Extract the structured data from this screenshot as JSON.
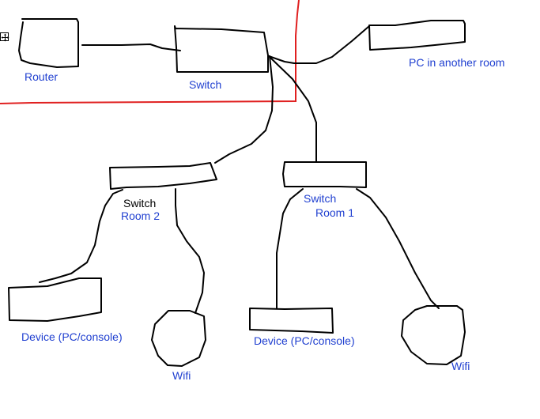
{
  "diagram": {
    "title": "Home network layout sketch",
    "colors": {
      "line": "#000000",
      "label": "#1f3fd0",
      "label_dark": "#000000",
      "boundary": "#e02020",
      "background": "#ffffff"
    },
    "nodes": {
      "router": {
        "label": "Router"
      },
      "main_switch": {
        "label": "Switch"
      },
      "pc_other_room": {
        "label": "PC in another room"
      },
      "switch_room2": {
        "label_line1": "Switch",
        "label_line2": "Room 2"
      },
      "switch_room1": {
        "label_line1": "Switch",
        "label_line2": "Room 1"
      },
      "device_room2": {
        "label": "Device (PC/console)"
      },
      "wifi_room2": {
        "label": "Wifi"
      },
      "device_room1": {
        "label": "Device (PC/console)"
      },
      "wifi_room1": {
        "label": "Wifi"
      }
    },
    "edges": [
      {
        "from": "Router",
        "to": "Switch"
      },
      {
        "from": "Switch",
        "to": "PC in another room"
      },
      {
        "from": "Switch",
        "to": "Switch Room 2"
      },
      {
        "from": "Switch",
        "to": "Switch Room 1"
      },
      {
        "from": "Switch Room 2",
        "to": "Device (PC/console)"
      },
      {
        "from": "Switch Room 2",
        "to": "Wifi"
      },
      {
        "from": "Switch Room 1",
        "to": "Device (PC/console)"
      },
      {
        "from": "Switch Room 1",
        "to": "Wifi"
      }
    ],
    "boundary_note": "Red outline encloses Router and Switch"
  }
}
